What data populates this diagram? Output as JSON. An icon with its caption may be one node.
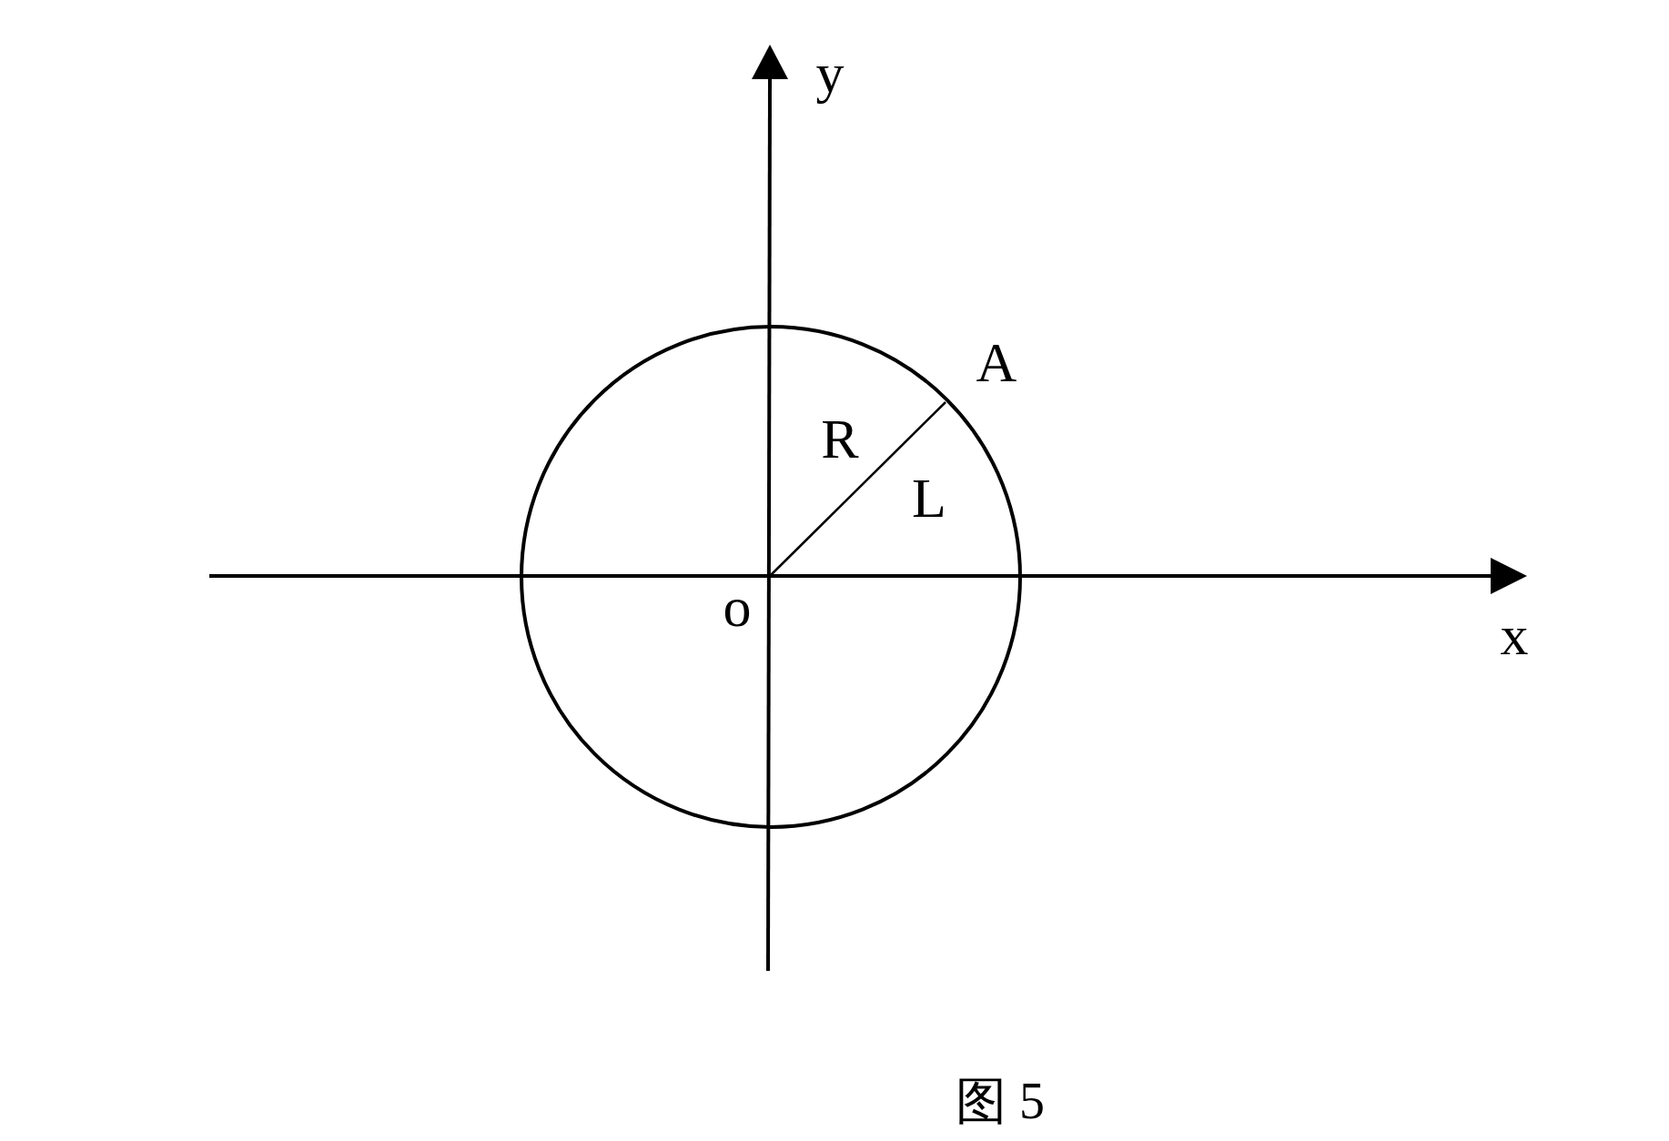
{
  "diagram": {
    "caption": "图 5",
    "labels": [
      "y",
      "A",
      "R",
      "L",
      "o",
      "x"
    ]
  }
}
